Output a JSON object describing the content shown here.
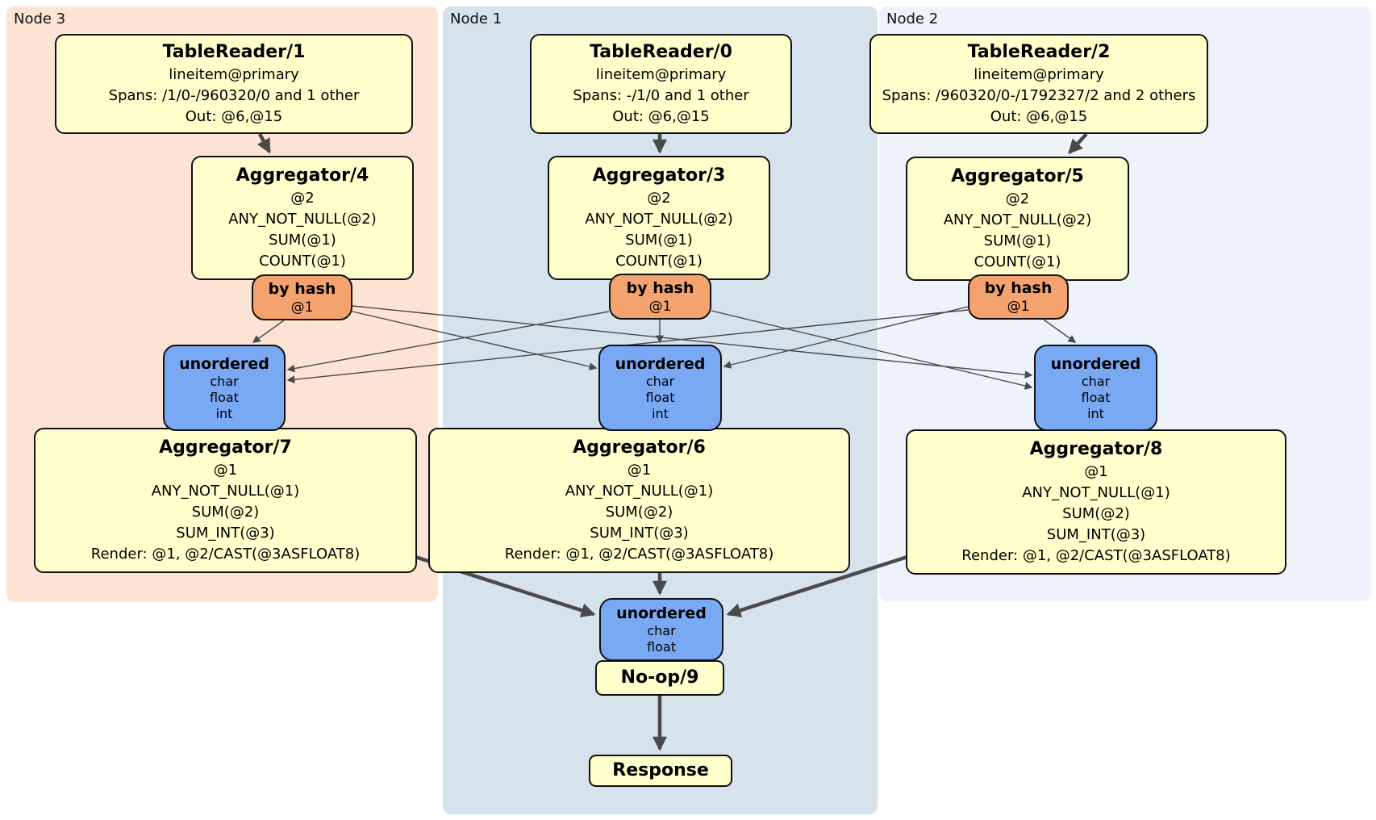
{
  "colors": {
    "node3_panel": "#fce3d4",
    "node1_panel": "#d6e2ec",
    "node2_panel": "#edf2fb",
    "processor_fill": "#ffffcc",
    "router_fill": "#f4a26e",
    "sync_fill": "#7aa9f3",
    "edge": "#4a4a4a",
    "border": "#111111"
  },
  "panels": [
    {
      "id": "node3",
      "label": "Node 3"
    },
    {
      "id": "node1",
      "label": "Node 1"
    },
    {
      "id": "node2",
      "label": "Node 2"
    }
  ],
  "boxes": {
    "tr1": {
      "title": "TableReader/1",
      "lines": [
        "lineitem@primary",
        "Spans: /1/0-/960320/0 and 1 other",
        "Out: @6,@15"
      ]
    },
    "tr0": {
      "title": "TableReader/0",
      "lines": [
        "lineitem@primary",
        "Spans: -/1/0 and 1 other",
        "Out: @6,@15"
      ]
    },
    "tr2": {
      "title": "TableReader/2",
      "lines": [
        "lineitem@primary",
        "Spans: /960320/0-/1792327/2 and 2 others",
        "Out: @6,@15"
      ]
    },
    "agg4": {
      "title": "Aggregator/4",
      "lines": [
        "@2",
        "ANY_NOT_NULL(@2)",
        "SUM(@1)",
        "COUNT(@1)"
      ]
    },
    "agg3": {
      "title": "Aggregator/3",
      "lines": [
        "@2",
        "ANY_NOT_NULL(@2)",
        "SUM(@1)",
        "COUNT(@1)"
      ]
    },
    "agg5": {
      "title": "Aggregator/5",
      "lines": [
        "@2",
        "ANY_NOT_NULL(@2)",
        "SUM(@1)",
        "COUNT(@1)"
      ]
    },
    "r3": {
      "title": "by hash",
      "lines": [
        "@1"
      ]
    },
    "r1": {
      "title": "by hash",
      "lines": [
        "@1"
      ]
    },
    "r2": {
      "title": "by hash",
      "lines": [
        "@1"
      ]
    },
    "u3": {
      "title": "unordered",
      "lines": [
        "char",
        "float",
        "int"
      ]
    },
    "u1": {
      "title": "unordered",
      "lines": [
        "char",
        "float",
        "int"
      ]
    },
    "u2": {
      "title": "unordered",
      "lines": [
        "char",
        "float",
        "int"
      ]
    },
    "agg7": {
      "title": "Aggregator/7",
      "lines": [
        "@1",
        "ANY_NOT_NULL(@1)",
        "SUM(@2)",
        "SUM_INT(@3)",
        "Render: @1, @2/CAST(@3ASFLOAT8)"
      ]
    },
    "agg6": {
      "title": "Aggregator/6",
      "lines": [
        "@1",
        "ANY_NOT_NULL(@1)",
        "SUM(@2)",
        "SUM_INT(@3)",
        "Render: @1, @2/CAST(@3ASFLOAT8)"
      ]
    },
    "agg8": {
      "title": "Aggregator/8",
      "lines": [
        "@1",
        "ANY_NOT_NULL(@1)",
        "SUM(@2)",
        "SUM_INT(@3)",
        "Render: @1, @2/CAST(@3ASFLOAT8)"
      ]
    },
    "u0": {
      "title": "unordered",
      "lines": [
        "char",
        "float"
      ]
    },
    "noop": {
      "title": "No-op/9"
    },
    "resp": {
      "title": "Response"
    }
  },
  "edges": [
    {
      "from": "TableReader/1",
      "to": "Aggregator/4"
    },
    {
      "from": "TableReader/0",
      "to": "Aggregator/3"
    },
    {
      "from": "TableReader/2",
      "to": "Aggregator/5"
    },
    {
      "from": "by-hash-node3",
      "to": "unordered-node3"
    },
    {
      "from": "by-hash-node3",
      "to": "unordered-node1"
    },
    {
      "from": "by-hash-node3",
      "to": "unordered-node2"
    },
    {
      "from": "by-hash-node1",
      "to": "unordered-node3"
    },
    {
      "from": "by-hash-node1",
      "to": "unordered-node1"
    },
    {
      "from": "by-hash-node1",
      "to": "unordered-node2"
    },
    {
      "from": "by-hash-node2",
      "to": "unordered-node3"
    },
    {
      "from": "by-hash-node2",
      "to": "unordered-node1"
    },
    {
      "from": "by-hash-node2",
      "to": "unordered-node2"
    },
    {
      "from": "Aggregator/7",
      "to": "unordered-final"
    },
    {
      "from": "Aggregator/6",
      "to": "unordered-final"
    },
    {
      "from": "Aggregator/8",
      "to": "unordered-final"
    },
    {
      "from": "No-op/9",
      "to": "Response"
    }
  ]
}
